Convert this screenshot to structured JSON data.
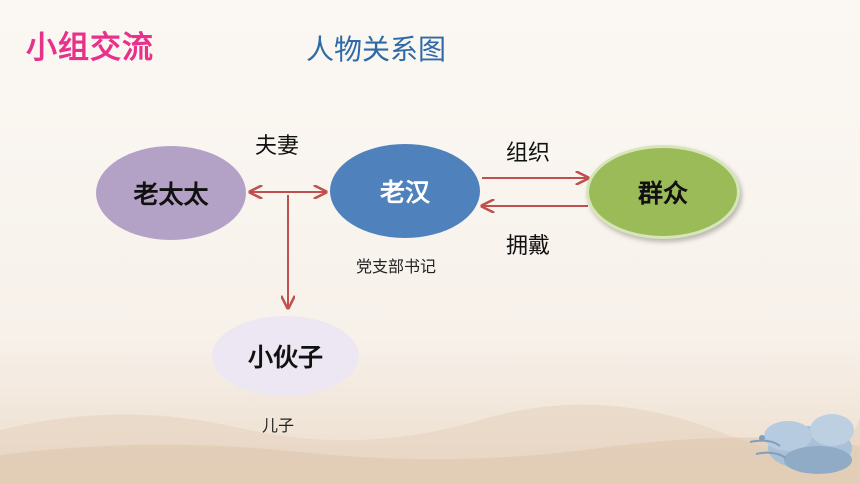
{
  "header": {
    "section_title": "小组交流",
    "diagram_title": "人物关系图"
  },
  "nodes": {
    "laotaitai": "老太太",
    "laohan": "老汉",
    "qunzhong": "群众",
    "xiaohuozi": "小伙子"
  },
  "edges": {
    "spouse": "夫妻",
    "organize": "组织",
    "support": "拥戴"
  },
  "annotations": {
    "laohan_role": "党支部书记",
    "xiaohuozi_role": "儿子"
  },
  "colors": {
    "section_title": "#e8318a",
    "diagram_title": "#2e6aa6",
    "laotaitai": "#b4a2c6",
    "laohan": "#4f81bd",
    "qunzhong": "#9bbb59",
    "xiaohuozi": "#ece7f2",
    "arrow": "#c0504d"
  }
}
